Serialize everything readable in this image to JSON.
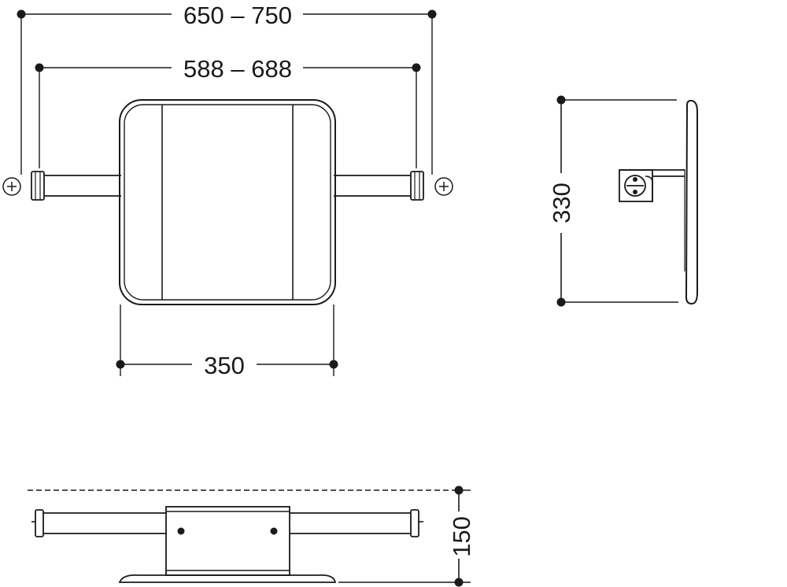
{
  "dimensions": {
    "overall_width": "650 – 750",
    "mounting_width": "588 – 688",
    "seat_width": "350",
    "seat_depth": "330",
    "wall_projection": "150"
  }
}
